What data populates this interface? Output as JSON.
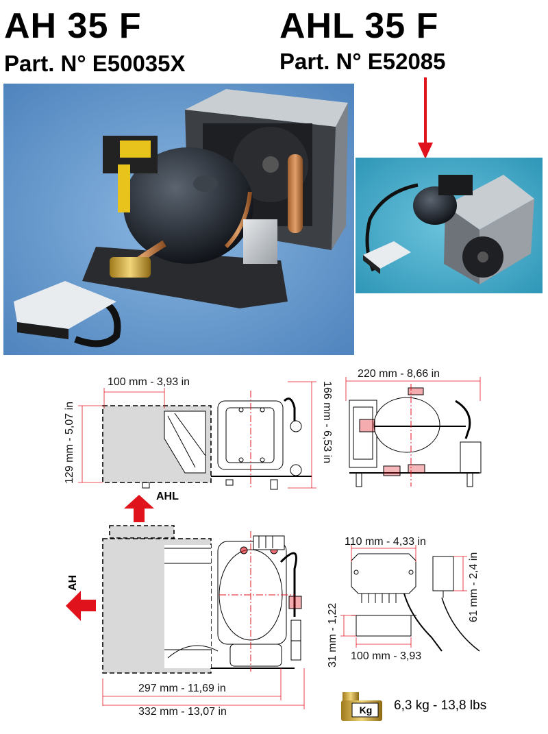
{
  "left_model": {
    "title": "AH 35 F",
    "part": "Part. N° E50035X"
  },
  "right_model": {
    "title": "AHL 35 F",
    "part": "Part. N° E52085"
  },
  "dimensions": {
    "ahl_depth": "100 mm - 3,93 in",
    "ahl_height": "129 mm - 5,07 in",
    "ahl_height_right": "166 mm - 6,53 in",
    "front_width": "220 mm - 8,66 in",
    "ah_width_inner": "297 mm - 11,69 in",
    "ah_width_outer": "332 mm - 13,07 in",
    "ctrl_width_top": "110 mm - 4,33 in",
    "ctrl_width_bottom": "100 mm - 3,93",
    "ctrl_height_left": "31 mm - 1,22",
    "ctrl_height_right": "61 mm - 2,4 in"
  },
  "labels": {
    "ahl_arrow": "AHL",
    "ah_arrow": "AH",
    "kg_badge": "Kg"
  },
  "weight": "6,3 kg - 13,8 lbs",
  "colors": {
    "arrow_red": "#e0121b",
    "photo_bg_left": "#5d92c9",
    "photo_bg_right": "#43aac8",
    "panel_gray": "#d9d9d9"
  }
}
